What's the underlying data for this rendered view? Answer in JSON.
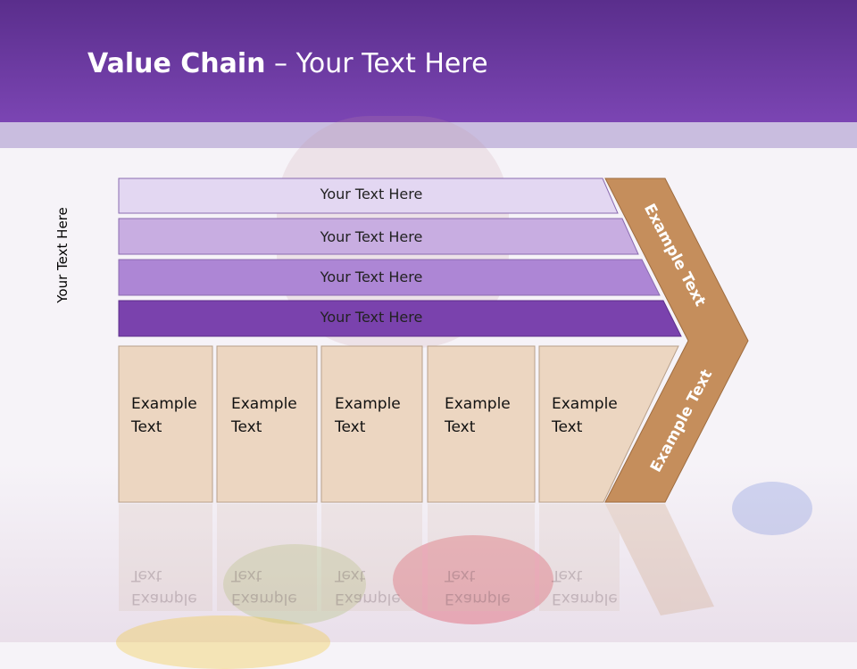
{
  "title": {
    "bold": "Value Chain",
    "rest": " – Your Text Here"
  },
  "side_label": "Your Text Here",
  "rows": [
    {
      "label": "Your Text Here",
      "color": "#e3d7f2"
    },
    {
      "label": "Your Text Here",
      "color": "#c8ade1"
    },
    {
      "label": "Your Text Here",
      "color": "#ad86d5"
    },
    {
      "label": "Your Text Here",
      "color": "#7a42ad"
    }
  ],
  "boxes": [
    {
      "line1": "Example",
      "line2": "Text"
    },
    {
      "line1": "Example",
      "line2": "Text"
    },
    {
      "line1": "Example",
      "line2": "Text"
    },
    {
      "line1": "Example",
      "line2": "Text"
    },
    {
      "line1": "Example",
      "line2": "Text"
    }
  ],
  "chevron_top": "Example Text",
  "chevron_bottom": "Example Text",
  "colors": {
    "header": "#6a37a3",
    "chevron": "#c58e5c",
    "box": "#ecd6c1"
  }
}
